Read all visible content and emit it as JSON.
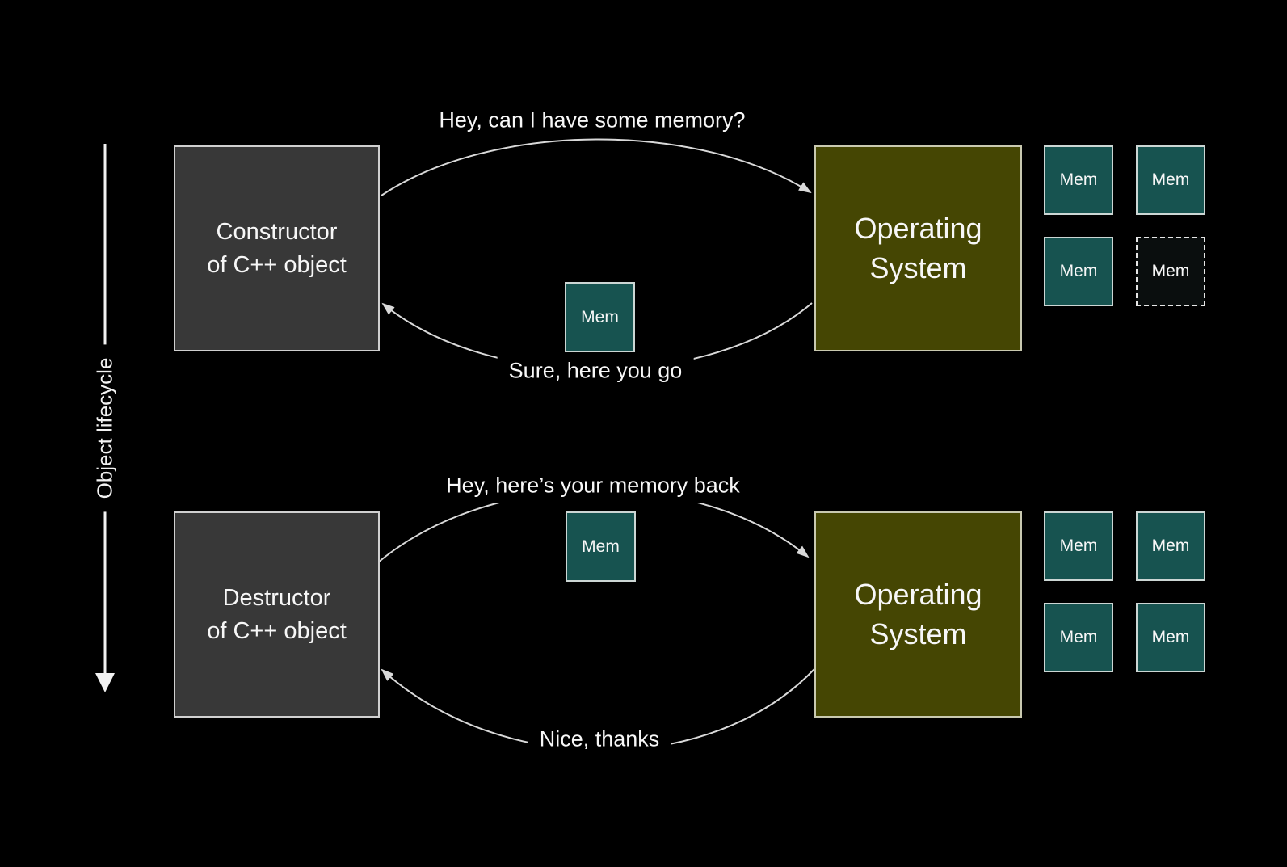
{
  "colors": {
    "background": "#000000",
    "actor_box_fill": "#383838",
    "os_box_fill": "#454603",
    "mem_box_fill": "#175350",
    "mem_box_empty_fill": "#0a0e0e",
    "arrow_stroke": "#d9d9d9",
    "text": "#f7f7f7"
  },
  "lifecycle": {
    "label": "Object lifecycle",
    "direction": "downward"
  },
  "top_flow": {
    "actor": {
      "line1": "Constructor",
      "line2": "of C++ object"
    },
    "os": {
      "line1": "Operating",
      "line2": "System"
    },
    "request_label": "Hey, can I have some memory?",
    "response_label": "Sure, here you go",
    "transfer_mem": {
      "label": "Mem",
      "state": "being-transferred-to-program"
    },
    "mem_grid": [
      {
        "label": "Mem",
        "state": "available"
      },
      {
        "label": "Mem",
        "state": "available"
      },
      {
        "label": "Mem",
        "state": "available"
      },
      {
        "label": "Mem",
        "state": "given-to-program"
      }
    ]
  },
  "bottom_flow": {
    "actor": {
      "line1": "Destructor",
      "line2": "of C++ object"
    },
    "os": {
      "line1": "Operating",
      "line2": "System"
    },
    "request_label": "Hey, here’s your memory back",
    "response_label": "Nice, thanks",
    "transfer_mem": {
      "label": "Mem",
      "state": "being-returned-to-os"
    },
    "mem_grid": [
      {
        "label": "Mem",
        "state": "available"
      },
      {
        "label": "Mem",
        "state": "available"
      },
      {
        "label": "Mem",
        "state": "available"
      },
      {
        "label": "Mem",
        "state": "available"
      }
    ]
  }
}
